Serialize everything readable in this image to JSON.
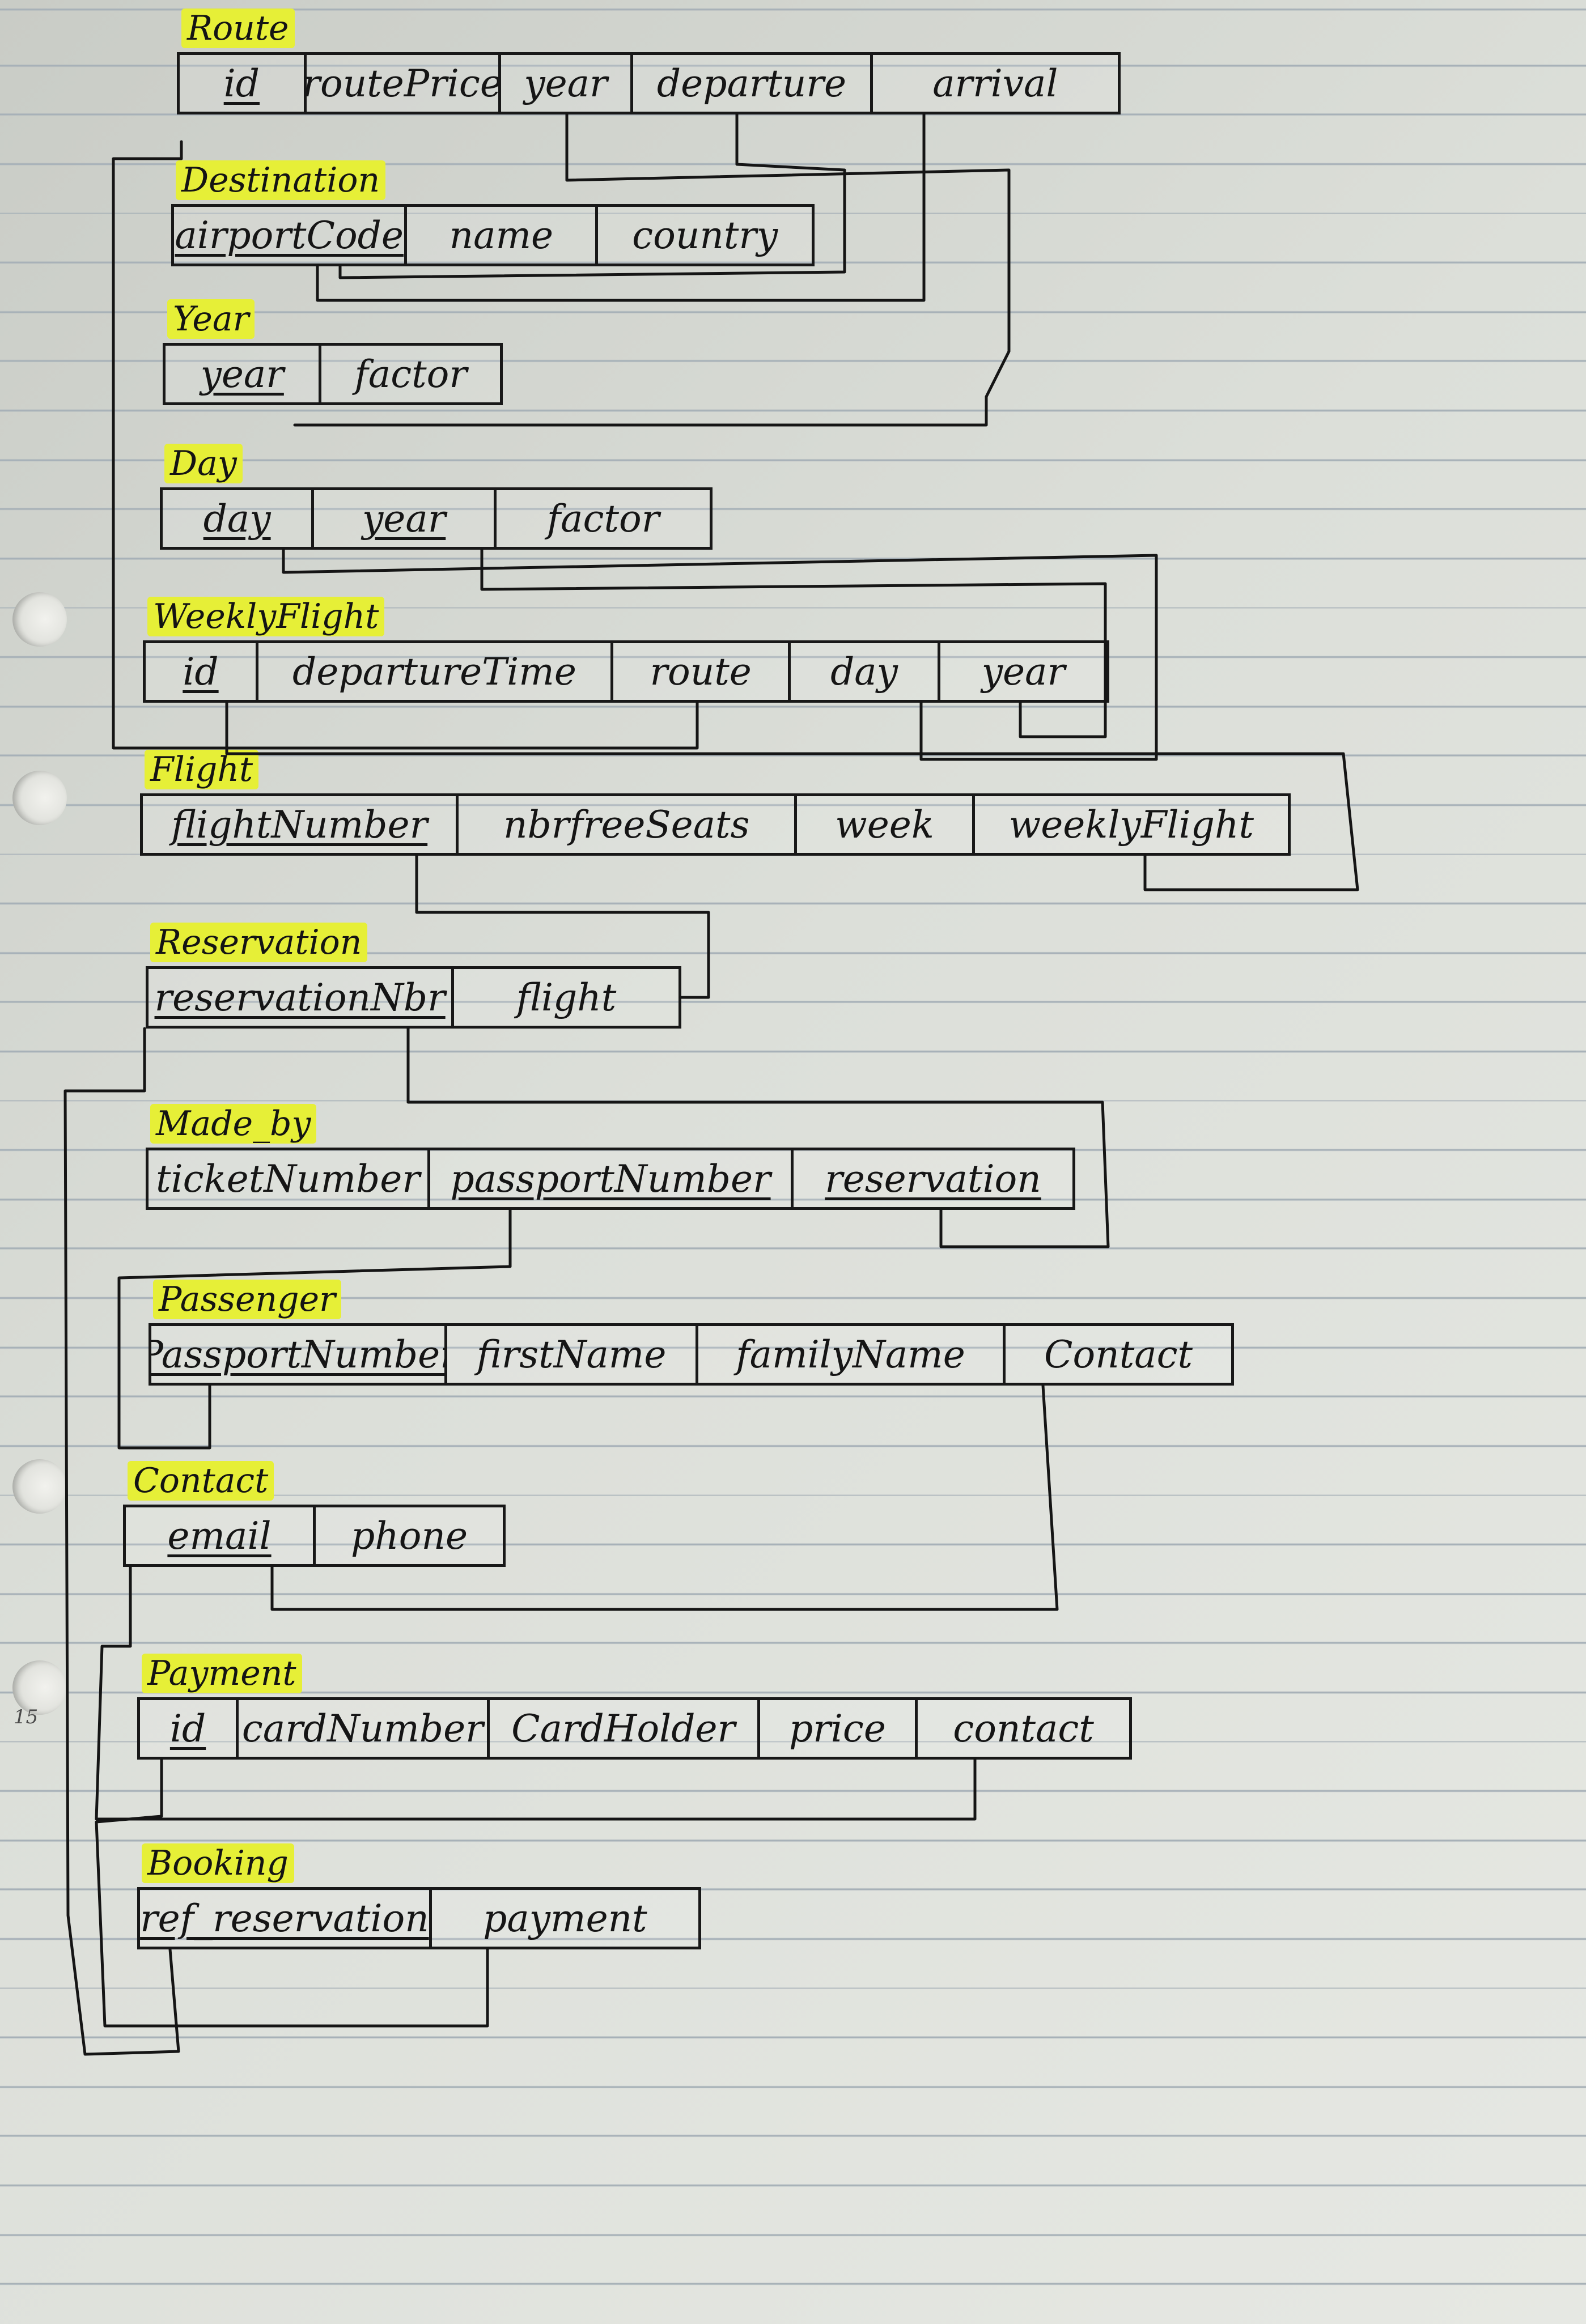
{
  "tables": {
    "route": {
      "name": "Route",
      "cols": [
        "id",
        "routePrice",
        "year",
        "departure",
        "arrival"
      ]
    },
    "destination": {
      "name": "Destination",
      "cols": [
        "airportCode",
        "name",
        "country"
      ]
    },
    "year": {
      "name": "Year",
      "cols": [
        "year",
        "factor"
      ]
    },
    "day": {
      "name": "Day",
      "cols": [
        "day",
        "year",
        "factor"
      ]
    },
    "weeklyflight": {
      "name": "WeeklyFlight",
      "cols": [
        "id",
        "departureTime",
        "route",
        "day",
        "year"
      ]
    },
    "flight": {
      "name": "Flight",
      "cols": [
        "flightNumber",
        "nbrfreeSeats",
        "week",
        "weeklyFlight"
      ]
    },
    "reservation": {
      "name": "Reservation",
      "cols": [
        "reservationNbr",
        "flight"
      ]
    },
    "madeby": {
      "name": "Made_by",
      "cols": [
        "ticketNumber",
        "passportNumber",
        "reservation"
      ]
    },
    "passenger": {
      "name": "Passenger",
      "cols": [
        "PassportNumber",
        "firstName",
        "familyName",
        "Contact"
      ]
    },
    "contact": {
      "name": "Contact",
      "cols": [
        "email",
        "phone"
      ]
    },
    "payment": {
      "name": "Payment",
      "cols": [
        "id",
        "cardNumber",
        "CardHolder",
        "price",
        "contact"
      ]
    },
    "booking": {
      "name": "Booking",
      "cols": [
        "ref_reservation",
        "payment"
      ]
    }
  },
  "margin_note": "15",
  "colors": {
    "ink": "#151515",
    "highlight": "#e6ef37",
    "ruling": "#a7b1b8"
  }
}
